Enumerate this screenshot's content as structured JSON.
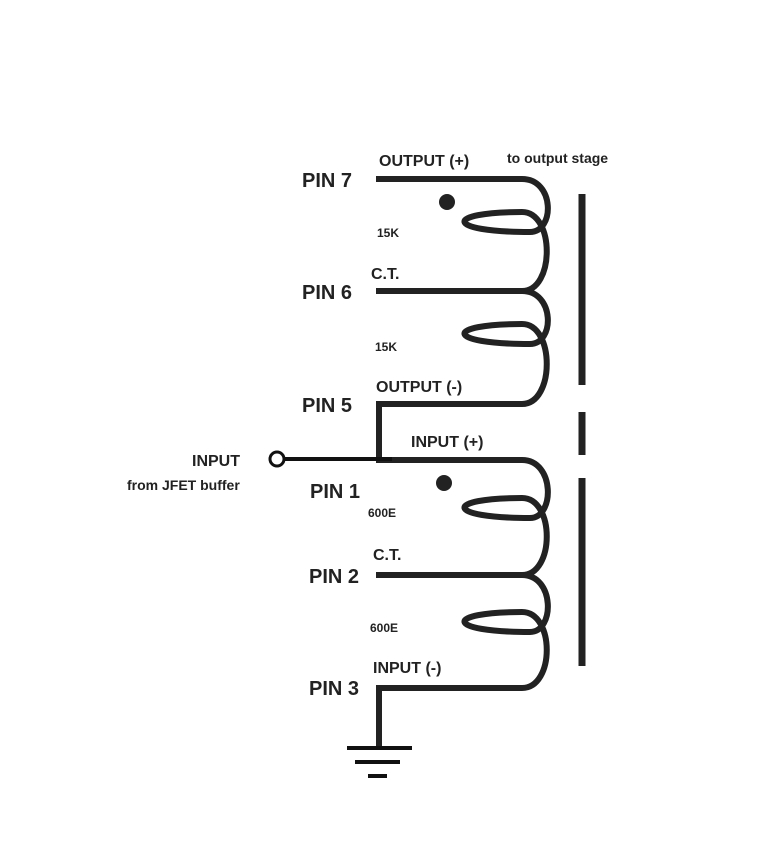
{
  "output_winding": {
    "pins": {
      "top": "PIN 7",
      "center": "PIN 6",
      "bottom": "PIN 5"
    },
    "labels": {
      "top": "OUTPUT (+)",
      "center": "C.T.",
      "bottom": "OUTPUT (-)"
    },
    "values": {
      "upper": "15K",
      "lower": "15K"
    },
    "note": "to output stage"
  },
  "input_winding": {
    "pins": {
      "top": "PIN 1",
      "center": "PIN 2",
      "bottom": "PIN 3"
    },
    "labels": {
      "top": "INPUT (+)",
      "center": "C.T.",
      "bottom": "INPUT (-)"
    },
    "values": {
      "upper": "600E",
      "lower": "600E"
    }
  },
  "input_terminal": {
    "label": "INPUT",
    "sublabel": "from JFET buffer"
  },
  "colors": {
    "ink": "#222222",
    "background": "#ffffff"
  }
}
